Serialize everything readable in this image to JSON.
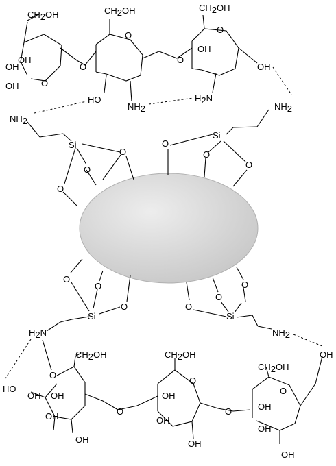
{
  "labels": {
    "oh": "OH",
    "ho": "HO",
    "o": "O",
    "si": "Si",
    "n": "N",
    "h": "H",
    "ch": "CH",
    "sub2": "2",
    "nh": "NH"
  },
  "colors": {
    "particle_fill": "#cfcfcf",
    "particle_highlight": "#ececec",
    "particle_stroke": "#b0b0b0",
    "line": "#000000"
  }
}
